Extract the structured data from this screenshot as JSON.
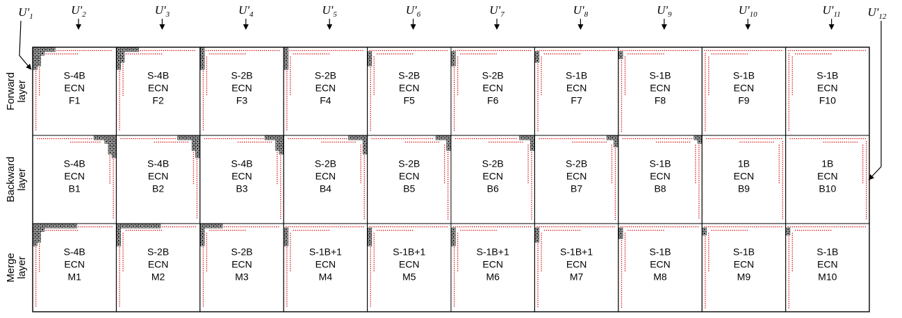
{
  "diagram": {
    "u_labels": [
      {
        "base": "U'",
        "sub": "1"
      },
      {
        "base": "U'",
        "sub": "2"
      },
      {
        "base": "U'",
        "sub": "3"
      },
      {
        "base": "U'",
        "sub": "4"
      },
      {
        "base": "U'",
        "sub": "5"
      },
      {
        "base": "U'",
        "sub": "6"
      },
      {
        "base": "U'",
        "sub": "7"
      },
      {
        "base": "U'",
        "sub": "8"
      },
      {
        "base": "U'",
        "sub": "9"
      },
      {
        "base": "U'",
        "sub": "10"
      },
      {
        "base": "U'",
        "sub": "11"
      },
      {
        "base": "U'",
        "sub": "12"
      }
    ],
    "layers": [
      {
        "label_lines": [
          "Forward",
          "layer"
        ],
        "cells": [
          {
            "lines": [
              "S-4B",
              "ECN",
              "F1"
            ]
          },
          {
            "lines": [
              "S-4B",
              "ECN",
              "F2"
            ]
          },
          {
            "lines": [
              "S-2B",
              "ECN",
              "F3"
            ]
          },
          {
            "lines": [
              "S-2B",
              "ECN",
              "F4"
            ]
          },
          {
            "lines": [
              "S-2B",
              "ECN",
              "F5"
            ]
          },
          {
            "lines": [
              "S-2B",
              "ECN",
              "F6"
            ]
          },
          {
            "lines": [
              "S-1B",
              "ECN",
              "F7"
            ]
          },
          {
            "lines": [
              "S-1B",
              "ECN",
              "F8"
            ]
          },
          {
            "lines": [
              "S-1B",
              "ECN",
              "F9"
            ]
          },
          {
            "lines": [
              "S-1B",
              "ECN",
              "F10"
            ]
          }
        ]
      },
      {
        "label_lines": [
          "Backward",
          "layer"
        ],
        "cells": [
          {
            "lines": [
              "S-4B",
              "ECN",
              "B1"
            ]
          },
          {
            "lines": [
              "S-4B",
              "ECN",
              "B2"
            ]
          },
          {
            "lines": [
              "S-4B",
              "ECN",
              "B3"
            ]
          },
          {
            "lines": [
              "S-2B",
              "ECN",
              "B4"
            ]
          },
          {
            "lines": [
              "S-2B",
              "ECN",
              "B5"
            ]
          },
          {
            "lines": [
              "S-2B",
              "ECN",
              "B6"
            ]
          },
          {
            "lines": [
              "S-2B",
              "ECN",
              "B7"
            ]
          },
          {
            "lines": [
              "S-1B",
              "ECN",
              "B8"
            ]
          },
          {
            "lines": [
              "1B",
              "ECN",
              "B9"
            ]
          },
          {
            "lines": [
              "1B",
              "ECN",
              "B10"
            ]
          }
        ]
      },
      {
        "label_lines": [
          "Merge",
          "layer"
        ],
        "cells": [
          {
            "lines": [
              "S-4B",
              "ECN",
              "M1"
            ]
          },
          {
            "lines": [
              "S-2B",
              "ECN",
              "M2"
            ]
          },
          {
            "lines": [
              "S-2B",
              "ECN",
              "M3"
            ]
          },
          {
            "lines": [
              "S-1B+1",
              "ECN",
              "M4"
            ]
          },
          {
            "lines": [
              "S-1B+1",
              "ECN",
              "M5"
            ]
          },
          {
            "lines": [
              "S-1B+1",
              "ECN",
              "M6"
            ]
          },
          {
            "lines": [
              "S-1B+1",
              "ECN",
              "M7"
            ]
          },
          {
            "lines": [
              "S-1B",
              "ECN",
              "M8"
            ]
          },
          {
            "lines": [
              "S-1B",
              "ECN",
              "M9"
            ]
          },
          {
            "lines": [
              "S-1B",
              "ECN",
              "M10"
            ]
          }
        ]
      }
    ],
    "colors": {
      "stroke": "#000000",
      "dotted_boundary": "#d40000",
      "block_fill": "#bfbfbf"
    }
  }
}
